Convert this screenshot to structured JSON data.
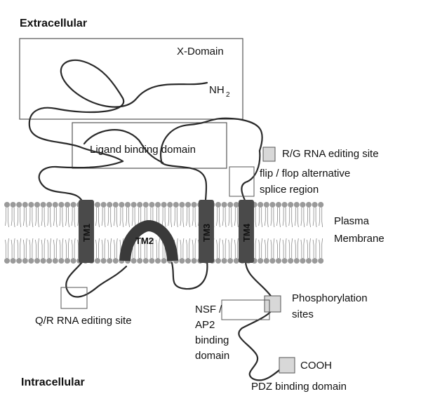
{
  "regions": {
    "extracellular": "Extracellular",
    "intracellular": "Intracellular"
  },
  "labels": {
    "x_domain": "X-Domain",
    "nh2": "NH",
    "nh2_sub": "2",
    "ligand_binding": "Ligand binding domain",
    "rg_editing": "R/G RNA editing site",
    "flip_flop_1": "flip / flop alternative",
    "flip_flop_2": "splice region",
    "plasma_1": "Plasma",
    "plasma_2": "Membrane",
    "qr_editing": "Q/R RNA editing site",
    "phospho_1": "Phosphorylation",
    "phospho_2": "sites",
    "nsf_1": "NSF /",
    "nsf_2": "AP2",
    "nsf_3": "binding",
    "nsf_4": "domain",
    "cooh": "COOH",
    "pdz": "PDZ binding domain"
  },
  "segments": {
    "tm1": "TM1",
    "tm2": "TM2",
    "tm3": "TM3",
    "tm4": "TM4"
  },
  "colors": {
    "line": "#2a2a2a",
    "box": "#555555",
    "helix": "#4a4a4a",
    "lipid_head": "#9a9a9a",
    "site_box": "#d8d8d8"
  }
}
